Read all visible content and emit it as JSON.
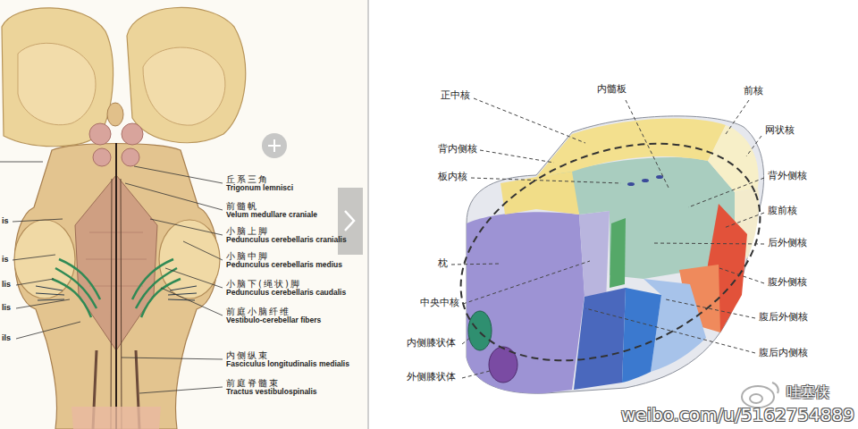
{
  "diagram": {
    "labels": [
      "is",
      "is",
      "lis",
      "lis",
      "ils",
      "丘系三角",
      "Trigonum lemnisci",
      "前髓帆",
      "Velum medullare craniale",
      "小脑上脚",
      "Pedunculus cerebellaris cranialis",
      "小脑中脚",
      "Pedunculus cerebellaris medius",
      "小脑下(绳状)脚",
      "Pedunculus cerebellaris caudalis",
      "前庭小脑纤维",
      "Vestibulo-cerebellar fibers",
      "内侧纵束",
      "Fasciculus longitudinalis medialis",
      "前庭脊髓束",
      "Tractus vestibulospinalis",
      "正中核",
      "内髓板",
      "前核",
      "网状核",
      "背内侧核",
      "板内核",
      "背外侧核",
      "腹前核",
      "后外侧核",
      "枕",
      "腹外侧核",
      "中央中核",
      "内侧膝状体",
      "腹后外侧核",
      "腹后内侧核",
      "外侧膝状体",
      "哇塞侠",
      "weibo.com/u/5162754889"
    ]
  }
}
